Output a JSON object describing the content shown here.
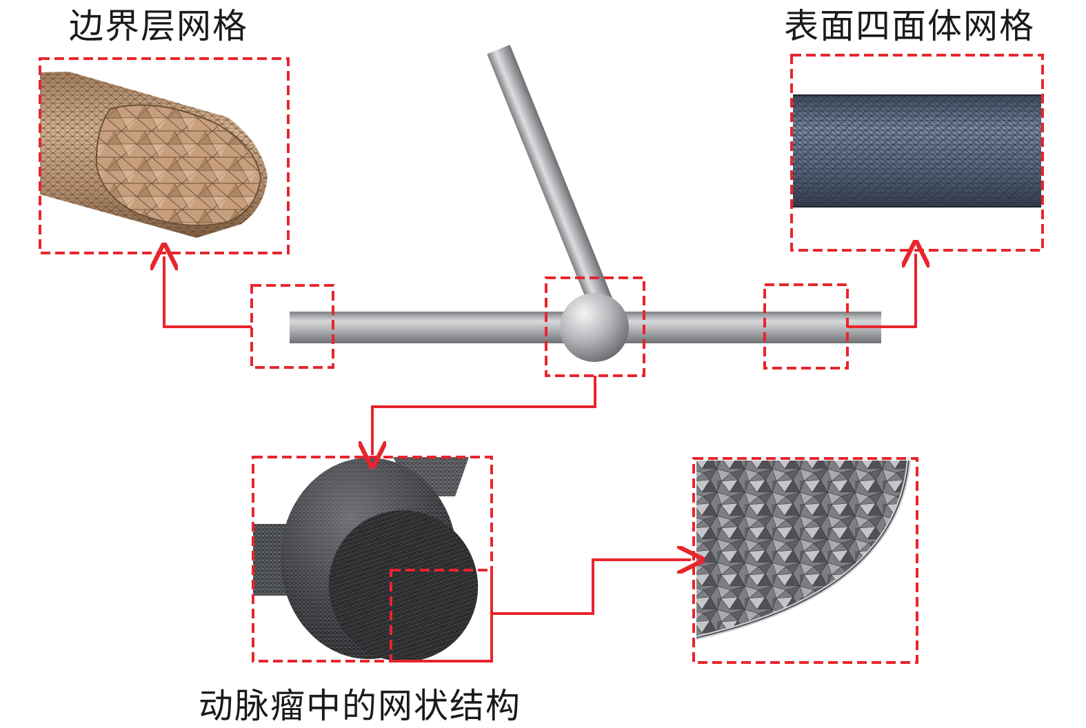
{
  "labels": {
    "boundary_layer_mesh": "边界层网格",
    "surface_tetra_mesh": "表面四面体网格",
    "aneurysm_mesh": "动脉瘤中的网状结构"
  },
  "colors": {
    "callout_red": "#e8252d",
    "vessel_gray": "#a9abae",
    "boundary_mesh_tan": "#c9a183",
    "surface_mesh_blue": "#5d6c84",
    "volume_mesh_dark": "#2f3033",
    "quarter_mesh_gray": "#8b8d92"
  }
}
